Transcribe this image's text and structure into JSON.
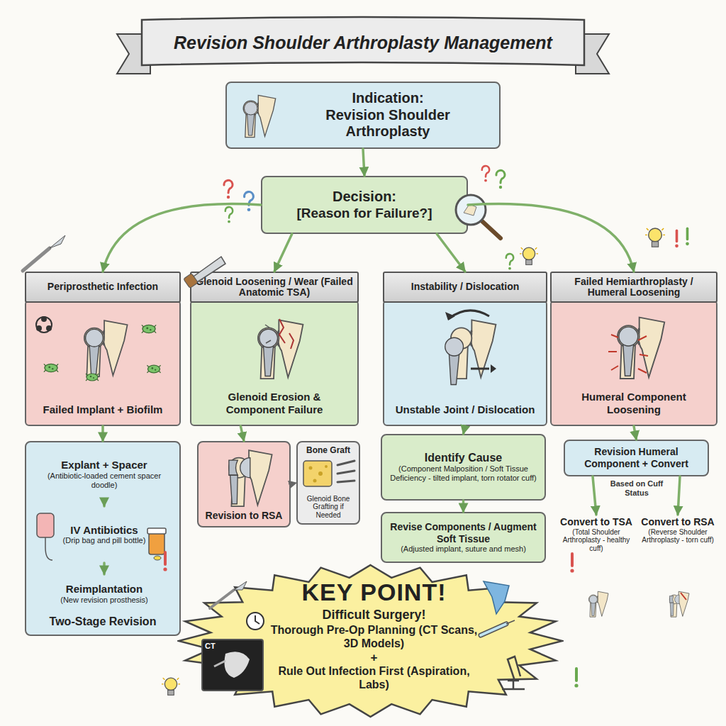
{
  "diagram": {
    "title": "Revision Shoulder Arthroplasty Management",
    "nodes": [
      {
        "text": [
          "Indication:",
          "Revision Shoulder Arthroplasty"
        ]
      },
      {
        "text": [
          "Decision:",
          "[Reason for Failure?]"
        ]
      },
      {
        "text": [
          "Periprosthetic Infection",
          "Failed Implant + Biofilm"
        ]
      },
      {
        "text": [
          "Glenoid Loosening / Wear (Failed Anatomic TSA)",
          "Glenoid Erosion & Component Failure"
        ]
      },
      {
        "text": [
          "Instability / Dislocation",
          "Unstable Joint / Dislocation"
        ]
      },
      {
        "text": [
          "Failed Hemiarthroplasty / Humeral Loosening",
          "Humeral Component Loosening"
        ]
      },
      {
        "text": [
          "Two-Stage Revision"
        ]
      },
      {
        "text": [
          "Explant + Spacer",
          "(Antibiotic-loaded cement spacer doodle)"
        ],
        "in": 6
      },
      {
        "text": [
          "IV Antibiotics",
          "(Drip bag and pill bottle)"
        ],
        "in": 6
      },
      {
        "text": [
          "Reimplantation",
          "(New revision prosthesis)"
        ],
        "in": 6
      },
      {
        "text": [
          "Revision to RSA"
        ]
      },
      {
        "text": [
          "Bone Graft",
          "Glenoid Bone Grafting if Needed"
        ]
      },
      {
        "text": [
          "Identify Cause",
          "(Component Malposition / Soft Tissue Deficiency - tilted implant, torn rotator cuff)"
        ]
      },
      {
        "text": [
          "Revise Components / Augment Soft Tissue",
          "(Adjusted implant, suture and mesh)"
        ]
      },
      {
        "text": [
          "Revision Humeral Component + Convert"
        ]
      },
      {
        "text": [
          "Convert to TSA",
          "(Total Shoulder Arthroplasty - healthy cuff)"
        ]
      },
      {
        "text": [
          "Convert to RSA",
          "(Reverse Shoulder Arthroplasty - torn cuff)"
        ]
      },
      {
        "text": [
          "KEY POINT!",
          "Difficult Surgery!",
          "Thorough Pre-Op Planning (CT Scans, 3D Models)",
          "+",
          "Rule Out Infection First (Aspiration, Labs)"
        ]
      }
    ],
    "edges": [
      {
        "from": 0,
        "to": 1,
        "arrow": "to"
      },
      {
        "from": 1,
        "to": 2,
        "arrow": "to"
      },
      {
        "from": 1,
        "to": 3,
        "arrow": "to"
      },
      {
        "from": 1,
        "to": 4,
        "arrow": "to"
      },
      {
        "from": 1,
        "to": 5,
        "arrow": "to"
      },
      {
        "from": 2,
        "to": 6,
        "arrow": "to"
      },
      {
        "from": 3,
        "to": 10,
        "arrow": "to"
      },
      {
        "from": 4,
        "to": 12,
        "arrow": "to"
      },
      {
        "from": 5,
        "to": 14,
        "arrow": "to"
      },
      {
        "from": 7,
        "to": 8,
        "arrow": "to"
      },
      {
        "from": 8,
        "to": 9,
        "arrow": "to"
      },
      {
        "from": 10,
        "to": 11,
        "arrow": "to"
      },
      {
        "from": 12,
        "to": 13,
        "arrow": "to"
      },
      {
        "from": 14,
        "to": 15,
        "arrow": "to"
      },
      {
        "from": 14,
        "to": 16,
        "arrow": "to"
      }
    ],
    "labels": [
      "Based on Cuff Status",
      "CT"
    ]
  }
}
